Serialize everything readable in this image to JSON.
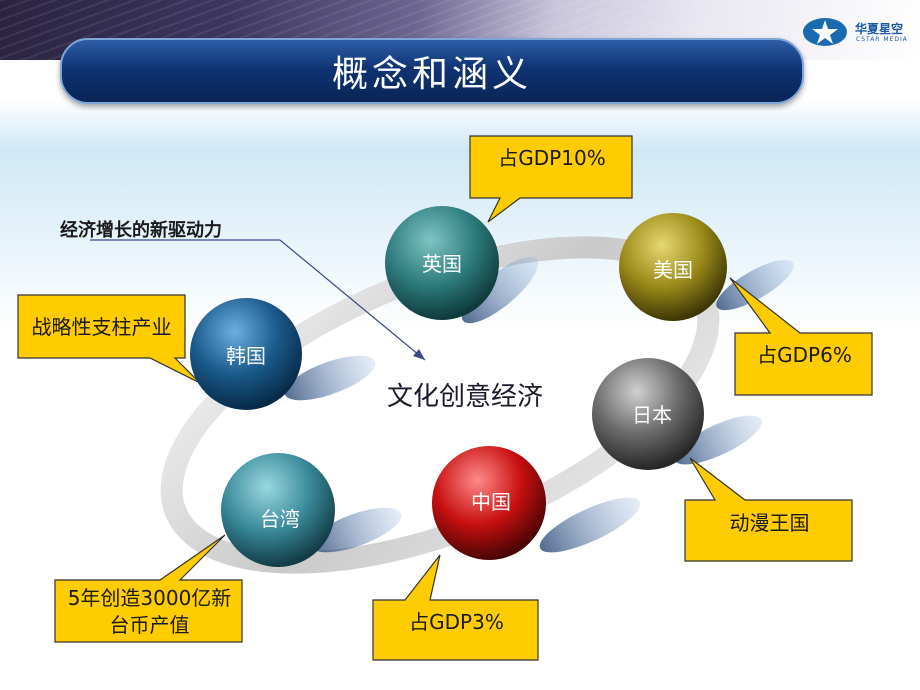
{
  "slide": {
    "title": "概念和涵义",
    "logo_text": "华夏星空",
    "logo_sub": "CSTAR MEDIA",
    "center_label": "文化创意经济",
    "note": "经济增长的新驱动力",
    "countries": [
      {
        "name": "英国",
        "color": "#2e7d7f"
      },
      {
        "name": "美国",
        "color": "#9a8a1a"
      },
      {
        "name": "韩国",
        "color": "#1a5a8a"
      },
      {
        "name": "日本",
        "color": "#6a6a6a"
      },
      {
        "name": "台湾",
        "color": "#3a8a9a"
      },
      {
        "name": "中国",
        "color": "#c81010"
      }
    ],
    "callouts": {
      "uk": "占GDP10%",
      "usa": "占GDP6%",
      "korea": "战略性支柱产业",
      "japan": "动漫王国",
      "taiwan": "5年创造3000亿新台币产值",
      "china": "占GDP3%"
    },
    "colors": {
      "callout_fill": "#ffcc00",
      "callout_border": "#333333",
      "title_bar": "#0f3474"
    }
  }
}
